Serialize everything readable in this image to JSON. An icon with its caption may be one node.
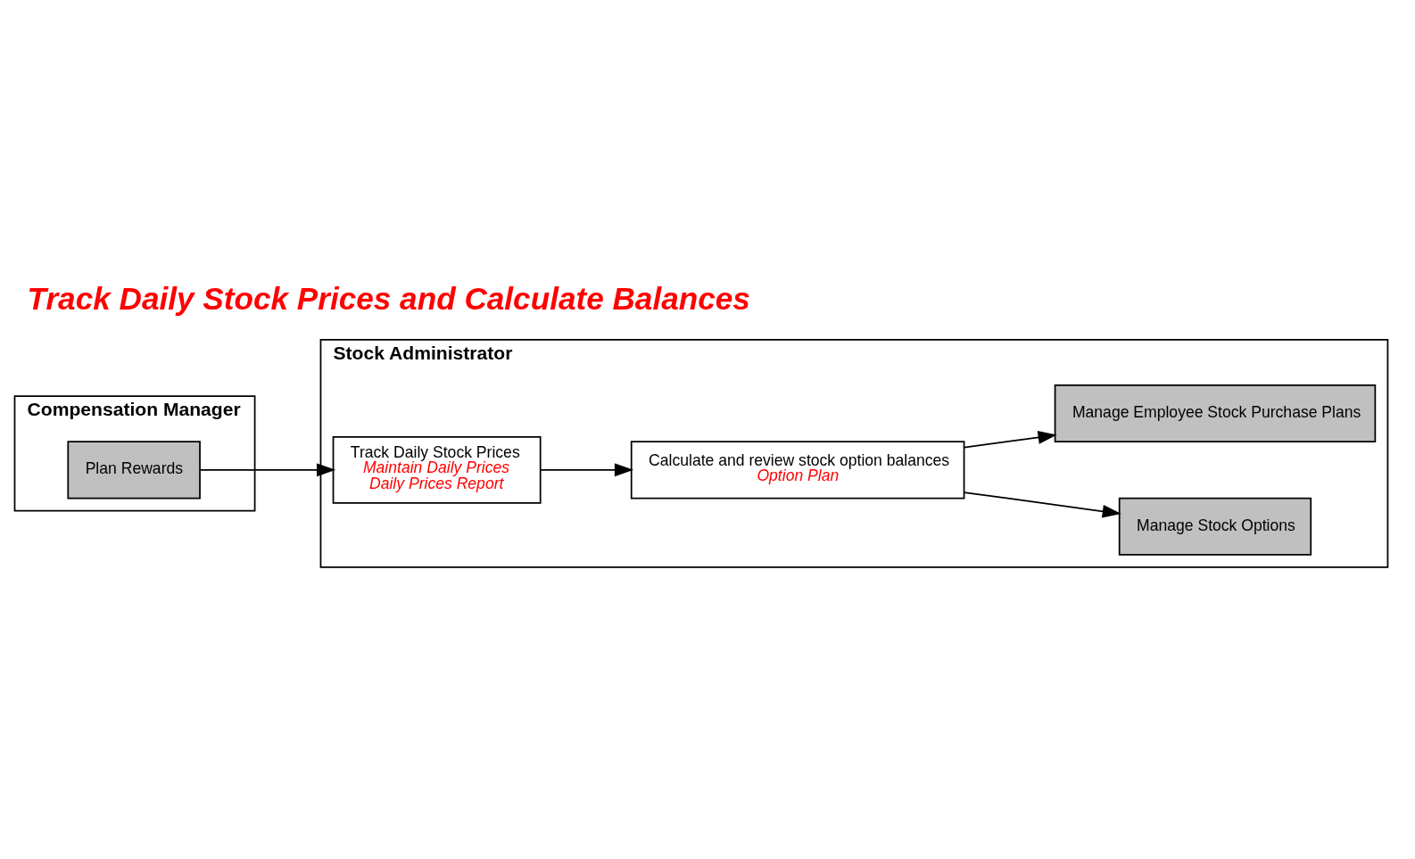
{
  "diagram": {
    "title": "Track Daily Stock Prices and Calculate Balances",
    "nodes": [
      {
        "text": [
          "Compensation Manager"
        ]
      },
      {
        "text": [
          "Plan Rewards"
        ],
        "in": 0
      },
      {
        "text": [
          "Stock Administrator"
        ]
      },
      {
        "text": [
          "Track Daily Stock Prices",
          "Maintain Daily Prices",
          "Daily Prices Report"
        ],
        "in": 2
      },
      {
        "text": [
          "Calculate and review stock option balances",
          "Option Plan"
        ],
        "in": 2
      },
      {
        "text": [
          "Manage Stock Options"
        ],
        "in": 2
      },
      {
        "text": [
          "Manage Employee Stock Purchase Plans"
        ],
        "in": 2
      }
    ],
    "edges": [
      {
        "from": 1,
        "to": 3,
        "arrow": "to"
      },
      {
        "from": 3,
        "to": 4,
        "arrow": "to"
      },
      {
        "from": 4,
        "to": 5,
        "arrow": "to"
      },
      {
        "from": 4,
        "to": 6,
        "arrow": "to"
      }
    ]
  }
}
